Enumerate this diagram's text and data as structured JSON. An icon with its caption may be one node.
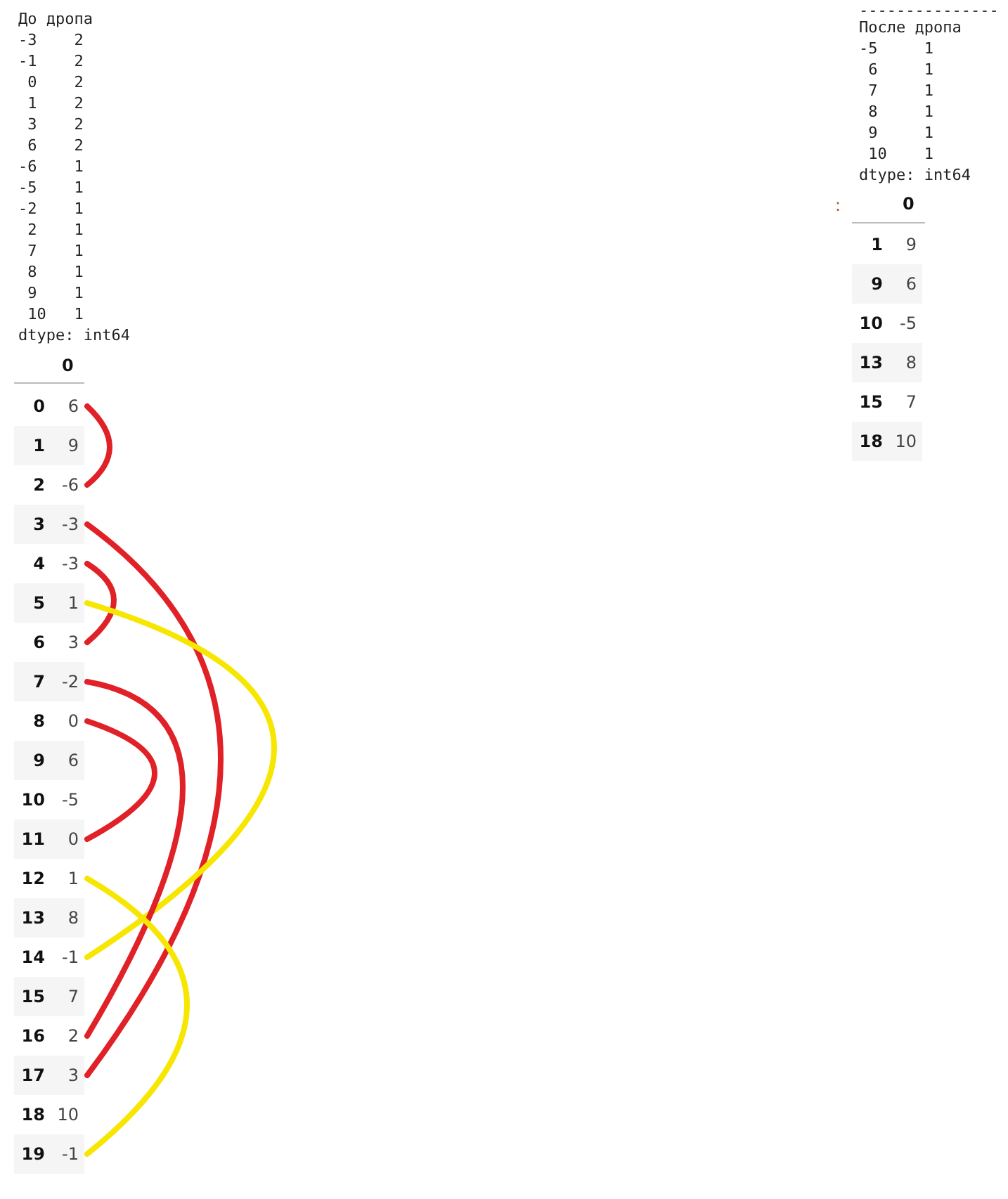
{
  "diagram": {
    "nodes": [
      {
        "text": [
          "0",
          "6"
        ]
      },
      {
        "text": [
          "1",
          "9"
        ]
      },
      {
        "text": [
          "2",
          "-6"
        ]
      },
      {
        "text": [
          "3",
          "-3"
        ]
      },
      {
        "text": [
          "4",
          "-3"
        ]
      },
      {
        "text": [
          "5",
          "1"
        ]
      },
      {
        "text": [
          "6",
          "3"
        ]
      },
      {
        "text": [
          "7",
          "-2"
        ]
      },
      {
        "text": [
          "8",
          "0"
        ]
      },
      {
        "text": [
          "9",
          "6"
        ]
      },
      {
        "text": [
          "10",
          "-5"
        ]
      },
      {
        "text": [
          "11",
          "0"
        ]
      },
      {
        "text": [
          "12",
          "1"
        ]
      },
      {
        "text": [
          "13",
          "8"
        ]
      },
      {
        "text": [
          "14",
          "-1"
        ]
      },
      {
        "text": [
          "15",
          "7"
        ]
      },
      {
        "text": [
          "16",
          "2"
        ]
      },
      {
        "text": [
          "17",
          "3"
        ]
      },
      {
        "text": [
          "18",
          "10"
        ]
      },
      {
        "text": [
          "19",
          "-1"
        ]
      },
      {
        "text": [
          "1",
          "9"
        ]
      },
      {
        "text": [
          "9",
          "6"
        ]
      },
      {
        "text": [
          "10",
          "-5"
        ]
      },
      {
        "text": [
          "13",
          "8"
        ]
      },
      {
        "text": [
          "15",
          "7"
        ]
      },
      {
        "text": [
          "18",
          "10"
        ]
      }
    ],
    "edges": [
      {
        "from": 0,
        "to": 2,
        "arrow": "none"
      },
      {
        "from": 3,
        "to": 17,
        "arrow": "none"
      },
      {
        "from": 4,
        "to": 6,
        "arrow": "none"
      },
      {
        "from": 5,
        "to": 14,
        "arrow": "none",
        "color": "#f7e600"
      },
      {
        "from": 7,
        "to": 16,
        "arrow": "none"
      },
      {
        "from": 8,
        "to": 11,
        "arrow": "none"
      },
      {
        "from": 12,
        "to": 19,
        "arrow": "none",
        "color": "#f7e600"
      }
    ],
    "labels": [
      "До дропа",
      "-3    2",
      "-1    2",
      " 0    2",
      " 1    2",
      " 3    2",
      " 6    2",
      "-6    1",
      "-5    1",
      "-2    1",
      " 2    1",
      " 7    1",
      " 8    1",
      " 9    1",
      " 10   1",
      "dtype: int64",
      "---------------",
      "После дропа",
      "-5     1",
      " 6     1",
      " 7     1",
      " 8     1",
      " 9     1",
      " 10    1",
      "dtype: int64",
      "0",
      ":",
      "0"
    ]
  }
}
